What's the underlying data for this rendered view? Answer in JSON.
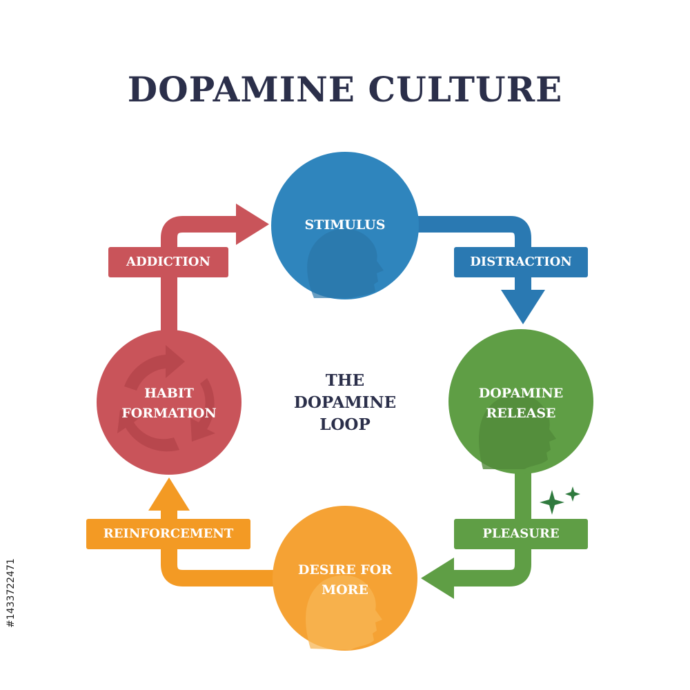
{
  "title": "DOPAMINE CULTURE",
  "center": {
    "line1": "THE",
    "line2": "DOPAMINE",
    "line3": "LOOP"
  },
  "nodes": {
    "stimulus": {
      "line1": "STIMULUS",
      "color": "#2f85bd"
    },
    "dopamine_release": {
      "line1": "DOPAMINE",
      "line2": "RELEASE",
      "color": "#5f9e45"
    },
    "desire_for_more": {
      "line1": "DESIRE FOR",
      "line2": "MORE",
      "color": "#f5a234"
    },
    "habit_formation": {
      "line1": "HABIT",
      "line2": "FORMATION",
      "color": "#c9545a"
    }
  },
  "connectors": {
    "distraction": {
      "label": "DISTRACTION",
      "color": "#2a79b2"
    },
    "pleasure": {
      "label": "PLEASURE",
      "color": "#5f9e45"
    },
    "reinforcement": {
      "label": "REINFORCEMENT",
      "color": "#f39a24"
    },
    "addiction": {
      "label": "ADDICTION",
      "color": "#c9545a"
    }
  },
  "credit": "#1433722471"
}
